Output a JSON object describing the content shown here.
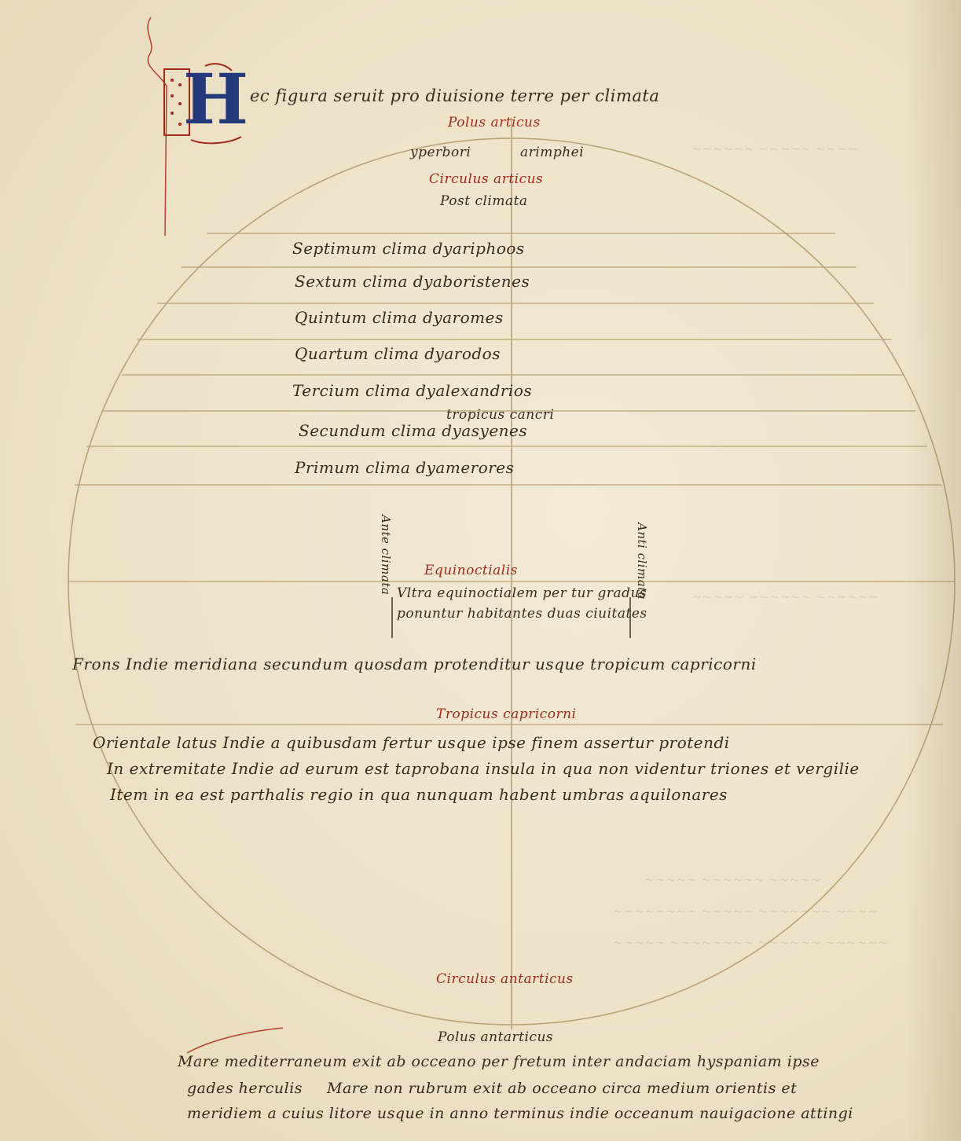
{
  "manuscript": {
    "initial_letter": "H",
    "heading": "ec figura seruit pro diuisione terre per climata",
    "top_labels": {
      "polus": "Polus articus",
      "left_of_axis": "yperbori",
      "right_of_axis": "arimphei",
      "circle": "Circulus articus",
      "post": "Post climata"
    },
    "climata": [
      "Septimum clima dyariphoos",
      "Sextum clima dyaboristenes",
      "Quintum clima dyaromes",
      "Quartum clima dyarodos",
      "Tercium clima dyalexandrios",
      "Secundum clima dyasyenes",
      "Primum clima dyamerores"
    ],
    "tropic_note": "tropicus cancri",
    "vertical_left": "Ante climata",
    "vertical_right": "Anti climata",
    "equator": [
      "Equinoctialis",
      "Vltra equinoctialem per tur gradus",
      "ponuntur habitantes duas ciuitates"
    ],
    "india_line": "Frons Indie meridiana secundum quosdam protenditur usque tropicum capricorni",
    "tropicus_capricorni": "Tropicus capricorni",
    "paragraph": [
      "Orientale latus Indie a quibusdam fertur usque ipse finem assertur protendi",
      "In extremitate Indie ad eurum est taprobana insula in qua non videntur triones et vergilie",
      "Item in ea est parthalis regio in qua nunquam habent umbras aquilonares"
    ],
    "circulus_antarticus": "Circulus antarticus",
    "polus_antarticus": "Polus antarticus",
    "bottom_paragraph": {
      "line1": "Mare mediterraneum exit ab occeano per fretum inter andaciam hyspaniam ipse",
      "line2a": "gades herculis",
      "line2b": "Mare non rubrum exit ab occeano circa medium orientis et",
      "line3": "meridiem a cuius litore usque in anno terminus indie occeanum nauigacione attingi"
    },
    "colors": {
      "ink": "#3a2a1c",
      "rubric": "#a02a1c",
      "initial_blue": "#243a7a",
      "parchment": "#efe4cc"
    }
  }
}
